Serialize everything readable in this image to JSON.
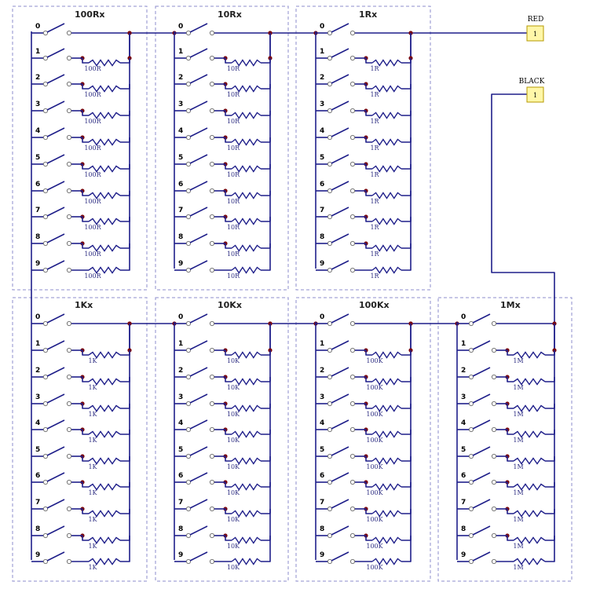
{
  "colors": {
    "wire": "#1f1f8a",
    "node": "#7a0a12",
    "switch_open": "#ffffff",
    "box_border": "#8c8ccc",
    "terminal_fill": "#fff7a8",
    "terminal_border": "#b59a00"
  },
  "positions": [
    "0",
    "1",
    "2",
    "3",
    "4",
    "5",
    "6",
    "7",
    "8",
    "9"
  ],
  "decks": [
    {
      "title": "100Rx",
      "resistor_label": "100R"
    },
    {
      "title": "10Rx",
      "resistor_label": "10R"
    },
    {
      "title": "1Rx",
      "resistor_label": "1R"
    },
    {
      "title": "1Kx",
      "resistor_label": "1K"
    },
    {
      "title": "10Kx",
      "resistor_label": "10K"
    },
    {
      "title": "100Kx",
      "resistor_label": "100K"
    },
    {
      "title": "1Mx",
      "resistor_label": "1M"
    }
  ],
  "terminals": [
    {
      "name": "RED",
      "number": "1"
    },
    {
      "name": "BLACK",
      "number": "1"
    }
  ]
}
